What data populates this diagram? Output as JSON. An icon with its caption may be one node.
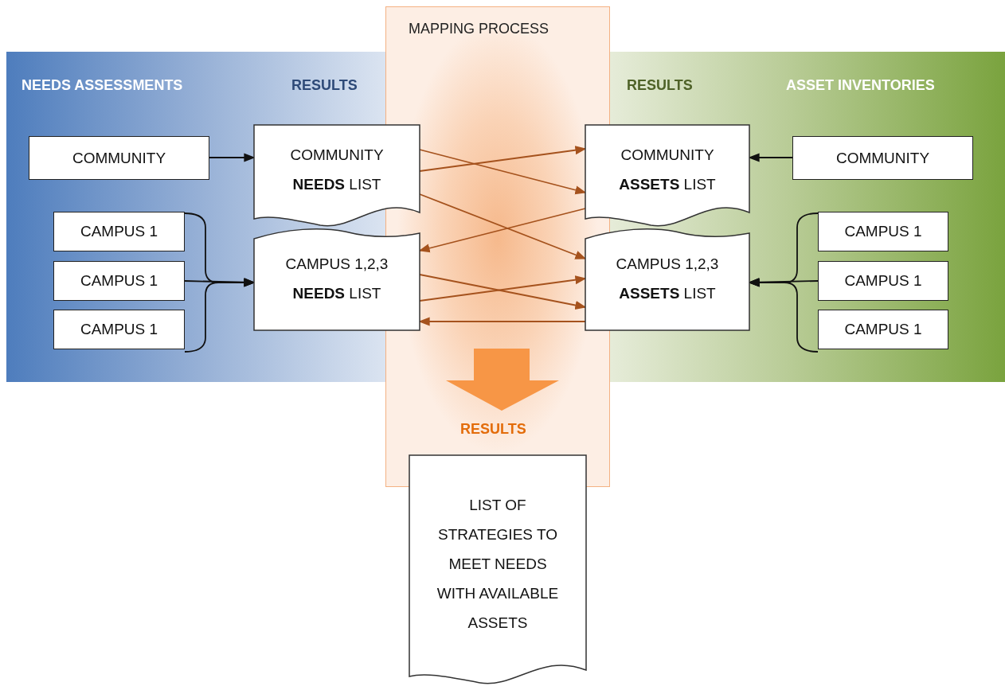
{
  "diagram": {
    "nodes": [
      {
        "text": [
          "COMMUNITY"
        ]
      },
      {
        "text": [
          "CAMPUS 1"
        ]
      },
      {
        "text": [
          "CAMPUS 1"
        ]
      },
      {
        "text": [
          "CAMPUS 1"
        ]
      },
      {
        "text": [
          "COMMUNITY **NEEDS** LIST"
        ]
      },
      {
        "text": [
          "CAMPUS 1,2,3 **NEEDS** LIST"
        ]
      },
      {
        "text": [
          "COMMUNITY **ASSETS** LIST"
        ]
      },
      {
        "text": [
          "CAMPUS 1,2,3 **ASSETS** LIST"
        ]
      },
      {
        "text": [
          "COMMUNITY"
        ]
      },
      {
        "text": [
          "CAMPUS 1"
        ]
      },
      {
        "text": [
          "CAMPUS 1"
        ]
      },
      {
        "text": [
          "CAMPUS 1"
        ]
      },
      {
        "text": [
          "LIST OF STRATEGIES TO MEET NEEDS WITH AVAILABLE ASSETS"
        ]
      }
    ],
    "edges": [
      {
        "from": 0,
        "to": 4,
        "arrow": "to"
      },
      {
        "from": 1,
        "to": 5,
        "arrow": "to"
      },
      {
        "from": 2,
        "to": 5,
        "arrow": "to"
      },
      {
        "from": 3,
        "to": 5,
        "arrow": "to"
      },
      {
        "from": 4,
        "to": 6,
        "arrow": "to",
        "color": "#a5521d"
      },
      {
        "from": 4,
        "to": 6,
        "arrow": "to",
        "color": "#a5521d"
      },
      {
        "from": 4,
        "to": 7,
        "arrow": "to",
        "color": "#a5521d"
      },
      {
        "from": 6,
        "to": 5,
        "arrow": "to",
        "color": "#a5521d"
      },
      {
        "from": 5,
        "to": 7,
        "arrow": "to",
        "color": "#a5521d"
      },
      {
        "from": 5,
        "to": 7,
        "arrow": "to",
        "color": "#a5521d"
      },
      {
        "from": 7,
        "to": 5,
        "arrow": "to",
        "color": "#a5521d"
      },
      {
        "from": 8,
        "to": 6,
        "arrow": "to"
      },
      {
        "from": 9,
        "to": 7,
        "arrow": "to"
      },
      {
        "from": 10,
        "to": 7,
        "arrow": "to"
      },
      {
        "from": 11,
        "to": 7,
        "arrow": "to"
      }
    ],
    "labels": [
      "MAPPING PROCESS",
      "NEEDS ASSESSMENTS",
      "RESULTS",
      "RESULTS",
      "ASSET INVENTORIES",
      "RESULTS"
    ]
  }
}
